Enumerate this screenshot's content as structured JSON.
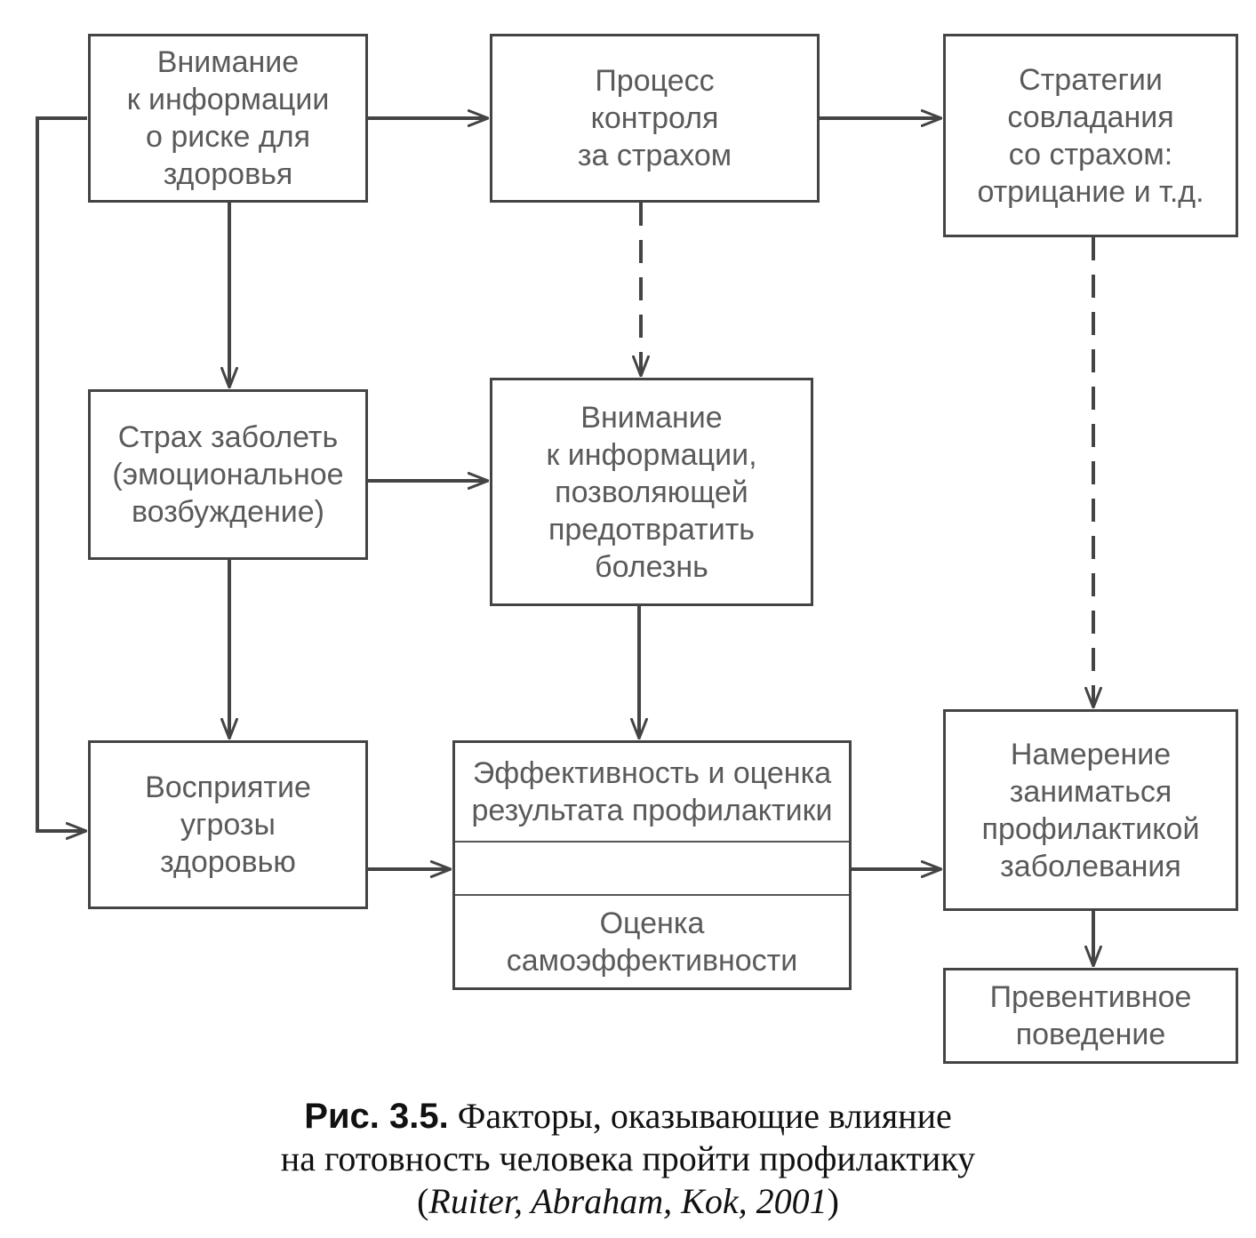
{
  "diagram": {
    "nodes": {
      "attention_risk": "Внимание\nк информации\nо риске для\nздоровья",
      "fear_control": "Процесс\nконтроля\nза страхом",
      "coping": "Стратегии\nсовладания\nсо страхом:\nотрицание и т.д.",
      "fear": "Страх  заболеть\n(эмоциональное\nвозбуждение)",
      "attention_prevent": "Внимание\nк информации,\nпозволяющей\nпредотвратить\nболезнь",
      "threat": "Восприятие\nугрозы\nздоровью",
      "efficacy": "Эффективность и оценка\nрезультата профилактики",
      "self_efficacy": "Оценка\nсамоэффективности",
      "intention": "Намерение\nзаниматься\nпрофилактикой\nзаболевания",
      "behavior": "Превентивное\nповедение"
    }
  },
  "caption": {
    "label": "Рис. 3.5.",
    "text_line1": " Факторы, оказывающие влияние",
    "text_line2": "на готовность человека пройти профилактику",
    "cite_open": "(",
    "cite": "Ruiter, Abraham, Kok, 2001",
    "cite_close": ")"
  }
}
